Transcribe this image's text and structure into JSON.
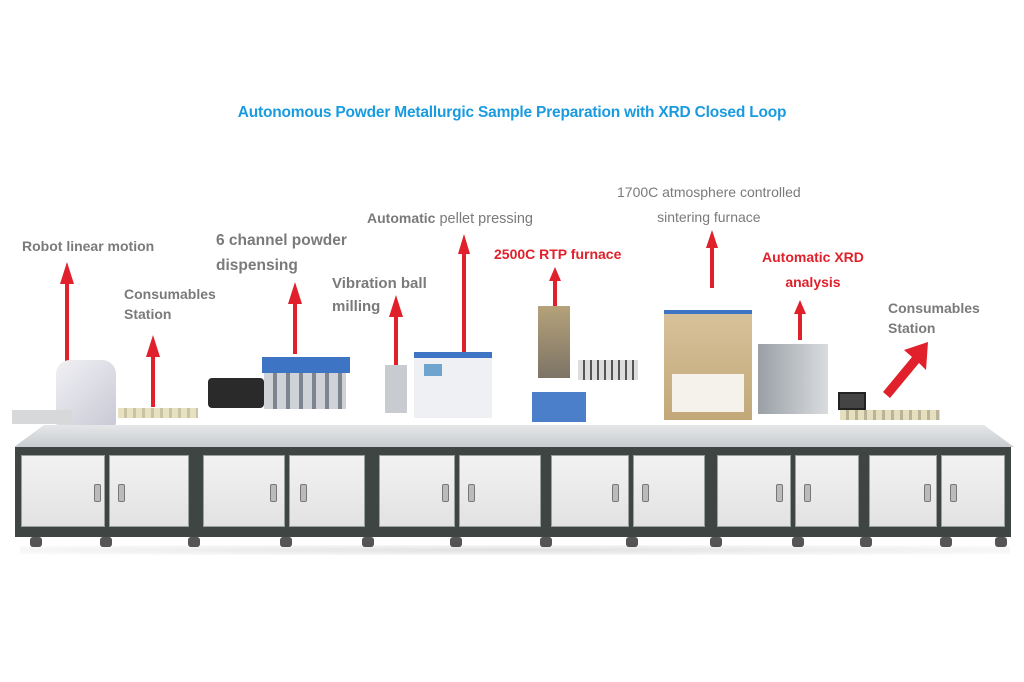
{
  "title": "Autonomous Powder Metallurgic Sample Preparation with XRD Closed Loop",
  "colors": {
    "title": "#1a9be0",
    "label_gray": "#7a7a7a",
    "label_red": "#e0202a",
    "arrow": "#e0202a"
  },
  "labels": [
    {
      "id": "robot",
      "lines": [
        "Robot linear motion"
      ],
      "color": "gray"
    },
    {
      "id": "consumables-left",
      "lines": [
        "Consumables",
        "Station"
      ],
      "color": "gray"
    },
    {
      "id": "powder-dispensing",
      "lines": [
        "6 channel powder",
        "dispensing"
      ],
      "color": "gray"
    },
    {
      "id": "ball-milling",
      "lines": [
        "Vibration ball",
        "milling"
      ],
      "color": "gray"
    },
    {
      "id": "pellet-pressing",
      "lines": [
        "Automatic pellet pressing"
      ],
      "bold_part": "Automatic",
      "rest": " pellet pressing",
      "color": "gray"
    },
    {
      "id": "rtp-furnace",
      "lines": [
        "2500C RTP furnace"
      ],
      "color": "red"
    },
    {
      "id": "sintering-furnace",
      "lines": [
        "1700C atmosphere controlled",
        "sintering furnace"
      ],
      "color": "gray"
    },
    {
      "id": "xrd",
      "lines": [
        "Automatic XRD",
        "analysis"
      ],
      "color": "red"
    },
    {
      "id": "consumables-right",
      "lines": [
        "Consumables",
        "Station"
      ],
      "color": "gray"
    }
  ],
  "annotations": {
    "robot_line1": "Robot linear motion",
    "consumables_left_line1": "Consumables",
    "consumables_left_line2": "Station",
    "powder_line1": "6 channel powder",
    "powder_line2": "dispensing",
    "milling_line1": "Vibration ball",
    "milling_line2": "milling",
    "pressing_bold": "Automatic",
    "pressing_rest": " pellet pressing",
    "rtp_line1": "2500C RTP furnace",
    "sintering_line1": "1700C atmosphere controlled",
    "sintering_line2": "sintering furnace",
    "xrd_line1": "Automatic XRD",
    "xrd_line2": "analysis",
    "consumables_right_line1": "Consumables",
    "consumables_right_line2": "Station"
  }
}
